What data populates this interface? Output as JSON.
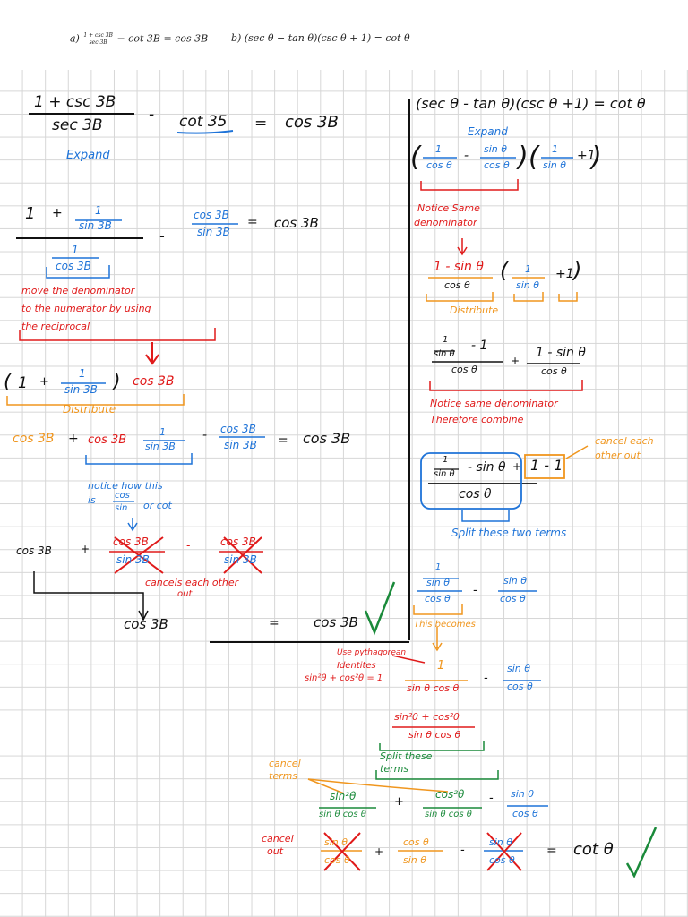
{
  "header": {
    "problem_a": {
      "prefix": "a)",
      "frac_num": "1 + csc 3B",
      "frac_den": "sec 3B",
      "rest": "− cot 3B = cos 3B"
    },
    "problem_b": "b) (sec θ − tan θ)(csc θ + 1) = cot θ"
  },
  "left": {
    "eq1_num": "1 + csc 3B",
    "eq1_den": "sec 3B",
    "eq1_minus": "-",
    "eq1_cot": "cot 35",
    "eq1_eq": "=",
    "eq1_rhs": "cos 3B",
    "expand": "Expand",
    "eq2_one": "1",
    "eq2_plus": "+",
    "eq2_f_num": "1",
    "eq2_f_den": "sin 3B",
    "eq2_d_num": "1",
    "eq2_d_den": "cos 3B",
    "eq2_minus": "-",
    "eq2_c_num": "cos 3B",
    "eq2_c_den": "sin 3B",
    "eq2_eq": "=",
    "eq2_rhs": "cos 3B",
    "note_move": [
      "move the denominator",
      "to the numerator by using",
      "the reciprocal"
    ],
    "eq3_open": "(",
    "eq3_one": "1",
    "eq3_plus": "+",
    "eq3_f_num": "1",
    "eq3_f_den": "sin 3B",
    "eq3_close": ")",
    "eq3_cos": "cos 3B",
    "distribute": "Distribute",
    "eq4_cos": "cos 3B",
    "eq4_plus": "+",
    "eq4_cos2": "cos 3B",
    "eq4_f_num": "1",
    "eq4_f_den": "sin 3B",
    "eq4_minus": "-",
    "eq4_c_num": "cos 3B",
    "eq4_c_den": "sin 3B",
    "eq4_eq": "=",
    "eq4_rhs": "cos 3B",
    "note_notice": [
      "notice how this",
      "is",
      "or cot"
    ],
    "note_frac_num": "cos",
    "note_frac_den": "sin",
    "eq5_cos": "cos 3B",
    "eq5_plus": "+",
    "eq5_a_num": "cos 3B",
    "eq5_a_den": "sin 3B",
    "eq5_minus": "-",
    "eq5_b_num": "cos 3B",
    "eq5_b_den": "sin 3B",
    "note_cancel": [
      "cancels each other",
      "out"
    ],
    "final_lhs": "cos 3B",
    "final_eq": "=",
    "final_rhs": "cos 3B"
  },
  "right": {
    "eq1": "(sec θ - tan θ)(csc θ +1) = cot θ",
    "expand": "Expand",
    "e2_open": "(",
    "e2_a_num": "1",
    "e2_a_den": "cos θ",
    "e2_minus": "-",
    "e2_b_num": "sin θ",
    "e2_b_den": "cos θ",
    "e2_close": ")",
    "e2_open2": "(",
    "e2_c_num": "1",
    "e2_c_den": "sin θ",
    "e2_plus1": "+1",
    "e2_close2": ")",
    "note_same": [
      "Notice Same",
      "denominator"
    ],
    "e3_num": "1 - sin θ",
    "e3_den": "cos θ",
    "e3_open": "(",
    "e3_f_num": "1",
    "e3_f_den": "sin θ",
    "e3_plus1": "+1",
    "e3_close": ")",
    "distribute": "Distribute",
    "e4_a_top": "1",
    "e4_a_top_den": "sin θ",
    "e4_a_minus1": "- 1",
    "e4_a_den": "cos θ",
    "e4_plus": "+",
    "e4_b_num": "1 - sin θ",
    "e4_b_den": "cos θ",
    "note_combine": [
      "Notice same denominator",
      "Therefore combine"
    ],
    "e5_top_num": "1",
    "e5_top_den": "sin θ",
    "e5_minus_sin": "- sin θ",
    "e5_plus": "+",
    "e5_box": "1 - 1",
    "e5_den": "cos θ",
    "note_cancel": [
      "cancel each",
      "other out"
    ],
    "note_split": "Split these two terms",
    "e6_top_num": "1",
    "e6_top_den": "sin θ",
    "e6_den": "cos θ",
    "e6_minus": "-",
    "e6_b_num": "sin θ",
    "e6_b_den": "cos θ",
    "note_becomes": "This becomes",
    "note_pyth": [
      "Use pythagorean",
      "Identites",
      "sin²θ + cos²θ = 1"
    ],
    "e7_num": "1",
    "e7_den": "sin θ cos θ",
    "e7_minus": "-",
    "e7_b_num": "sin θ",
    "e7_b_den": "cos θ",
    "e8_num": "sin²θ + cos²θ",
    "e8_den": "sin θ cos θ",
    "note_split2": [
      "Split these",
      "terms"
    ],
    "note_cancel_terms": [
      "cancel",
      "terms"
    ],
    "e9_a_num": "sin²θ",
    "e9_a_den": "sin θ cos θ",
    "e9_plus": "+",
    "e9_b_num": "cos²θ",
    "e9_b_den": "sin θ cos θ",
    "e9_minus": "-",
    "e9_c_num": "sin θ",
    "e9_c_den": "cos θ",
    "note_cancel_out": [
      "cancel",
      "out"
    ],
    "e10_a_num": "sin θ",
    "e10_a_den": "cos θ",
    "e10_plus": "+",
    "e10_b_num": "cos θ",
    "e10_b_den": "sin θ",
    "e10_minus": "-",
    "e10_c_num": "sin θ",
    "e10_c_den": "cos θ",
    "e10_eq": "=",
    "e10_rhs": "cot θ"
  },
  "colors": {
    "black": "#111111",
    "blue": "#1e73d8",
    "red": "#e01a1a",
    "orange": "#f0961e",
    "green": "#1a8a3a",
    "grid": "#d6d6d6"
  }
}
